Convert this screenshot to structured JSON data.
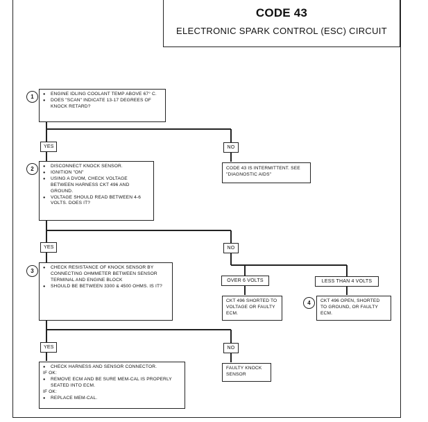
{
  "header": {
    "code": "CODE 43",
    "subtitle": "ELECTRONIC SPARK CONTROL (ESC) CIRCUIT"
  },
  "steps": {
    "step1": {
      "number": "1",
      "items": [
        "ENGINE IDLING COOLANT TEMP ABOVE 67° C.",
        "DOES \"SCAN\" INDICATE 13-17 DEGREES OF KNOCK RETARD?"
      ]
    },
    "step2": {
      "number": "2",
      "items": [
        "DISCONNECT KNOCK SENSOR.",
        "IGNITION \"ON\"",
        "USING A DVOM, CHECK VOLTAGE BETWEEN HARNESS CKT 496 AND GROUND.",
        "VOLTAGE SHOULD READ BETWEEN 4-6 VOLTS. DOES IT?"
      ]
    },
    "step3": {
      "number": "3",
      "items": [
        "CHECK RESISTANCE OF KNOCK SENSOR BY CONNECTING OHMMETER BETWEEN SENSOR TERMINAL AND ENGINE BLOCK",
        "SHOULD BE BETWEEN 3300 & 4500 OHMS. IS IT?"
      ]
    },
    "step4": {
      "number": "4",
      "text": "CKT 496 OPEN, SHORTED TO GROUND, OR FAULTY ECM."
    }
  },
  "labels": {
    "yes1": "YES",
    "no1": "NO",
    "yes2": "YES",
    "no2": "NO",
    "yes3": "YES",
    "no3": "NO",
    "over6": "OVER 6 VOLTS",
    "less4": "LESS THAN 4 VOLTS"
  },
  "outcomes": {
    "intermittent": "CODE 43 IS INTERMITTENT. SEE \"DIAGNOSTIC AIDS\"",
    "shorted_voltage": "CKT 496 SHORTED TO VOLTAGE OR FAULTY ECM.",
    "faulty_sensor": "FAULTY KNOCK SENSOR",
    "final": {
      "line1": "CHECK HARNESS AND SENSOR CONNECTOR.",
      "line2": "IF OK:",
      "line3": "REMOVE ECM AND BE SURE MEM-CAL IS PROPERLY SEATED INTO ECM.",
      "line4": "IF OK:",
      "line5": "REPLACE MEM-CAL."
    }
  }
}
